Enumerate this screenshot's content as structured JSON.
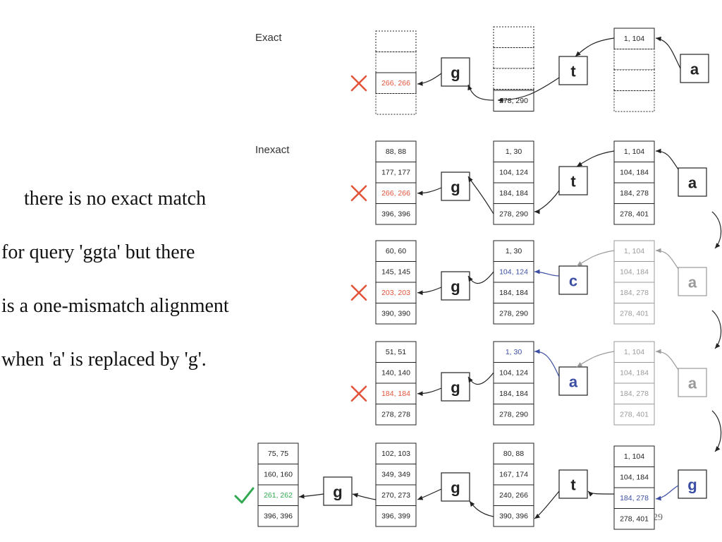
{
  "text": {
    "line1": "there is no exact match",
    "line2": "for query 'ggta' but there",
    "line3": "is a one-mismatch alignment",
    "line4": "when 'a' is replaced by 'g'."
  },
  "labels": {
    "exact": "Exact",
    "inexact": "Inexact"
  },
  "page_number": "29",
  "colors": {
    "red": "#e2533a",
    "blue": "#3b4ea3",
    "green": "#2fa84f",
    "gray": "#9a9a9a",
    "dark": "#222222"
  },
  "exact": {
    "letters": [
      "g",
      "t",
      "a"
    ],
    "col1": [
      "",
      "",
      "266, 266",
      ""
    ],
    "col2": [
      "",
      "",
      "",
      "278, 290"
    ],
    "col3": [
      "1, 104",
      "",
      "",
      ""
    ]
  },
  "inexact": [
    {
      "letters": [
        "g",
        "t",
        "a"
      ],
      "col1": [
        "88, 88",
        "177, 177",
        "266, 266",
        "396, 396"
      ],
      "col2": [
        "1, 30",
        "104, 124",
        "184, 184",
        "278, 290"
      ],
      "col3": [
        "1, 104",
        "104, 184",
        "184, 278",
        "278, 401"
      ]
    },
    {
      "letters": [
        "g",
        "c",
        "a"
      ],
      "col1": [
        "60, 60",
        "145, 145",
        "203, 203",
        "390, 390"
      ],
      "col2": [
        "1, 30",
        "104, 124",
        "184, 184",
        "278, 290"
      ],
      "col3": [
        "1, 104",
        "104, 184",
        "184, 278",
        "278, 401"
      ]
    },
    {
      "letters": [
        "g",
        "a",
        "a"
      ],
      "col1": [
        "51, 51",
        "140, 140",
        "184, 184",
        "278, 278"
      ],
      "col2": [
        "1, 30",
        "104, 124",
        "184, 184",
        "278, 290"
      ],
      "col3": [
        "1, 104",
        "104, 184",
        "184, 278",
        "278, 401"
      ]
    },
    {
      "letters": [
        "g",
        "g",
        "t",
        "g"
      ],
      "col0": [
        "75, 75",
        "160, 160",
        "261, 262",
        "396, 396"
      ],
      "col1": [
        "102, 103",
        "349, 349",
        "270, 273",
        "396, 399"
      ],
      "col2": [
        "80, 88",
        "167, 174",
        "240, 266",
        "390, 396"
      ],
      "col3": [
        "1, 104",
        "104, 184",
        "184, 278",
        "278, 401"
      ]
    }
  ],
  "marks": {
    "cross": "✕",
    "check": "✓"
  }
}
